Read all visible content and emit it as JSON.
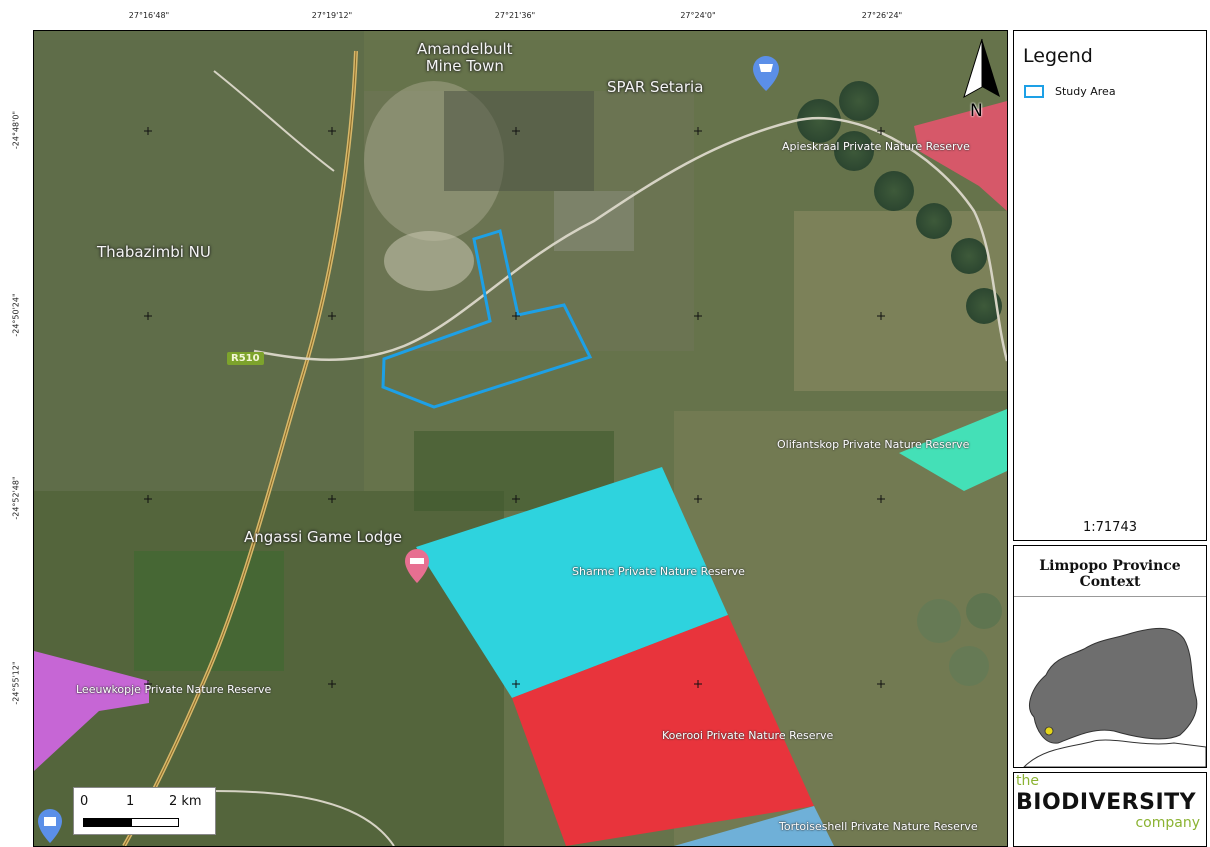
{
  "coords": {
    "top": [
      "27°16'48\"",
      "27°19'12\"",
      "27°21'36\"",
      "27°24'0\"",
      "27°26'24\""
    ],
    "left": [
      "-24°48'0\"",
      "-24°50'24\"",
      "-24°52'48\"",
      "-24°55'12\""
    ]
  },
  "map_labels": {
    "amandelbult": "Amandelbult\nMine Town",
    "spar": "SPAR Setaria",
    "thabazimbi": "Thabazimbi NU",
    "angassi": "Angassi Game Lodge",
    "road": "R510",
    "north": "N"
  },
  "reserves": {
    "apieskraal": "Apieskraal Private Nature Reserve",
    "olifantskop": "Olifantskop Private Nature Reserve",
    "sharme": "Sharme Private Nature Reserve",
    "koerooi": "Koerooi Private Nature Reserve",
    "leeuwkopje": "Leeuwkopje Private Nature Reserve",
    "tortoiseshell": "Tortoiseshell Private Nature Reserve"
  },
  "colors": {
    "study_area": "#1da0e6",
    "sharme": "#2ed3de",
    "koerooi": "#e8343c",
    "apieskraal": "#e0566b",
    "olifantskop": "#40e8c0",
    "leeuwkopje": "#cc66dd",
    "tortoiseshell": "#6fb0d8"
  },
  "legend": {
    "title": "Legend",
    "item": "Study Area",
    "scale": "1:71743"
  },
  "context": {
    "title": "Limpopo Province\nContext"
  },
  "scalebar": {
    "labels": [
      "0",
      "1",
      "2 km"
    ]
  },
  "logo": {
    "the": "the",
    "main": "BIODIVERSITY",
    "company": "company"
  }
}
